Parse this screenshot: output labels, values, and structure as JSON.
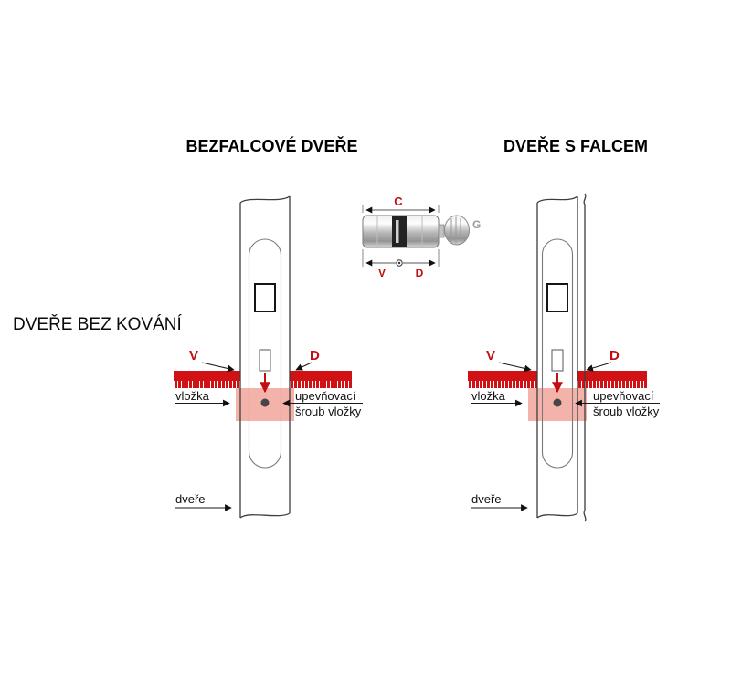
{
  "titles": {
    "left": "BEZFALCOVÉ DVEŘE",
    "right": "DVEŘE S FALCEM",
    "side_note": "DVEŘE BEZ KOVÁNÍ"
  },
  "cylinder_diagram": {
    "dim_c": "C",
    "dim_v": "V",
    "dim_d": "D",
    "knob_g": "G"
  },
  "annotations": {
    "dim_v": "V",
    "dim_d": "D",
    "cylinder": "vložka",
    "screw_line1": "upevňovací",
    "screw_line2": "šroub vložky",
    "door": "dveře"
  },
  "colors": {
    "accent_red": "#c20e11",
    "ruler_red": "#d01215",
    "highlight_pink": "#f4b3aa",
    "label_gray": "#9b9b9b"
  }
}
